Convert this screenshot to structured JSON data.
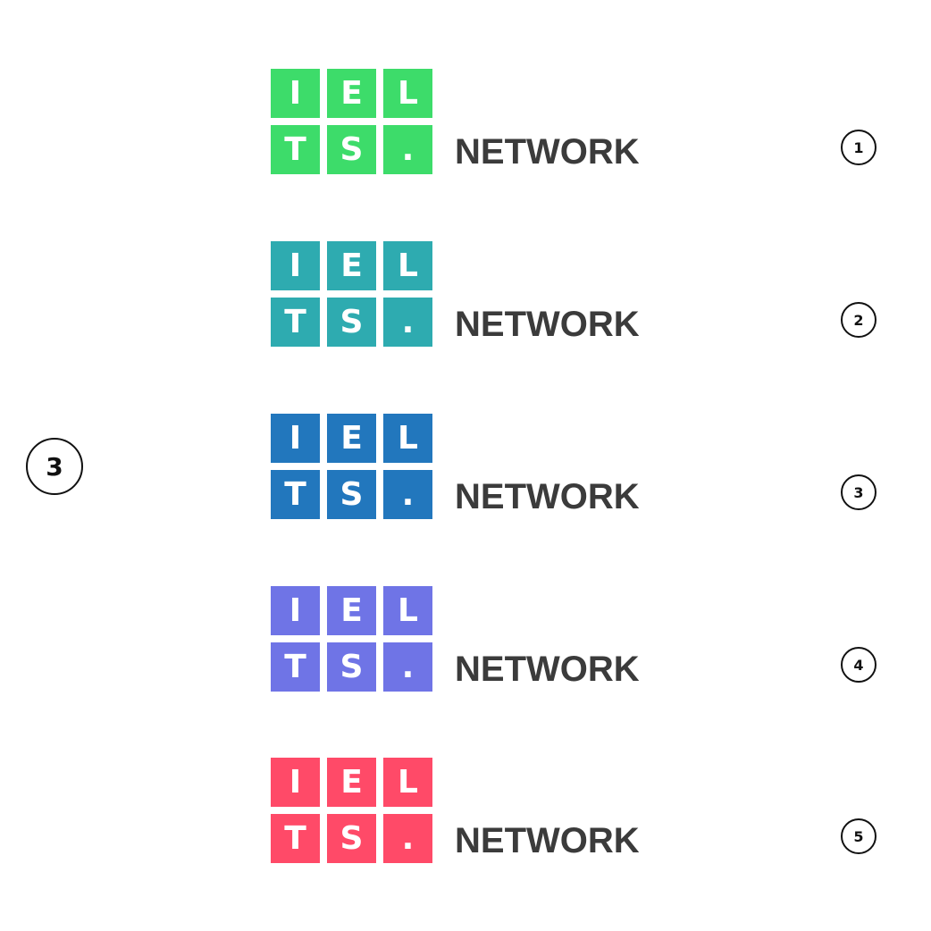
{
  "selected_marker": "3",
  "logo": {
    "tiles": [
      "I",
      "E",
      "L",
      "T",
      "S",
      "."
    ],
    "wordmark": "NETWORK"
  },
  "variants": [
    {
      "number": "1",
      "color": "#3ddc6a"
    },
    {
      "number": "2",
      "color": "#2eabb0"
    },
    {
      "number": "3",
      "color": "#2277bd"
    },
    {
      "number": "4",
      "color": "#6f74e6"
    },
    {
      "number": "5",
      "color": "#ff4a68"
    }
  ]
}
